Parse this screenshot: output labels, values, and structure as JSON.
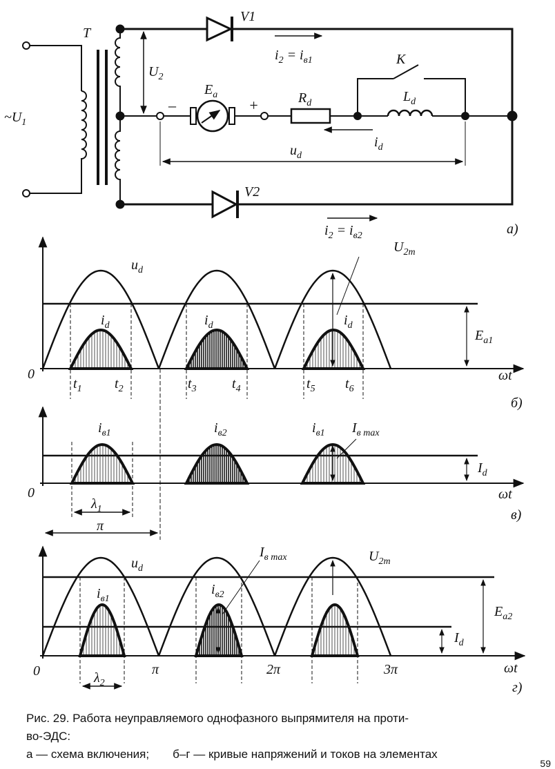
{
  "circuit": {
    "panel_label": "a)",
    "input_voltage": "~U",
    "input_voltage_sub": "1",
    "transformer": "T",
    "secondary_voltage": "U",
    "secondary_voltage_sub": "2",
    "diode_top": "V1",
    "diode_bottom": "V2",
    "current_top": "i",
    "current_top_mid": "2",
    "current_top_eq": " = i",
    "current_top_sub": "в1",
    "current_bottom": "i",
    "current_bottom_mid": "2",
    "current_bottom_eq": " = i",
    "current_bottom_sub": "в2",
    "emf": "E",
    "emf_sub": "a",
    "minus": "–",
    "plus": "+",
    "resistor": "R",
    "resistor_sub": "d",
    "inductor": "L",
    "inductor_sub": "d",
    "switch": "K",
    "load_voltage": "u",
    "load_voltage_sub": "d",
    "load_current": "i",
    "load_current_sub": "d"
  },
  "panel_b": {
    "label": "б)",
    "origin": "0",
    "axis": "ωt",
    "ud": "u",
    "ud_sub": "d",
    "u2m": "U",
    "u2m_sub": "2m",
    "id": "i",
    "id_sub": "d",
    "ea": "E",
    "ea_sub": "a1",
    "t_label": "t",
    "t_subs": [
      "1",
      "2",
      "3",
      "4",
      "5",
      "6"
    ]
  },
  "panel_v": {
    "label": "в)",
    "origin": "0",
    "axis": "ωt",
    "iv1": "i",
    "iv1_sub": "в1",
    "iv2": "i",
    "iv2_sub": "в2",
    "ivmax": "I",
    "ivmax_sub": "в max",
    "id_avg": "I",
    "id_avg_sub": "d",
    "lambda": "λ",
    "lambda_sub": "1",
    "pi": "π"
  },
  "panel_g": {
    "label": "г)",
    "origin": "0",
    "axis": "ωt",
    "ud": "u",
    "ud_sub": "d",
    "ivmax": "I",
    "ivmax_sub": "в max",
    "u2m": "U",
    "u2m_sub": "2m",
    "iv1": "i",
    "iv1_sub": "в1",
    "iv2": "i",
    "iv2_sub": "в2",
    "ea": "E",
    "ea_sub": "a2",
    "id_avg": "I",
    "id_avg_sub": "d",
    "lambda": "λ",
    "lambda_sub": "2",
    "ticks": [
      "π",
      "2π",
      "3π"
    ]
  },
  "caption": {
    "line1": "Рис. 29. Работа неуправляемого однофазного выпрямителя на проти-",
    "line2": "во-ЭДС:",
    "line3a": "а — схема включения;",
    "line3b": "б–г — кривые напряжений и токов на элементах"
  },
  "page_number": "59"
}
